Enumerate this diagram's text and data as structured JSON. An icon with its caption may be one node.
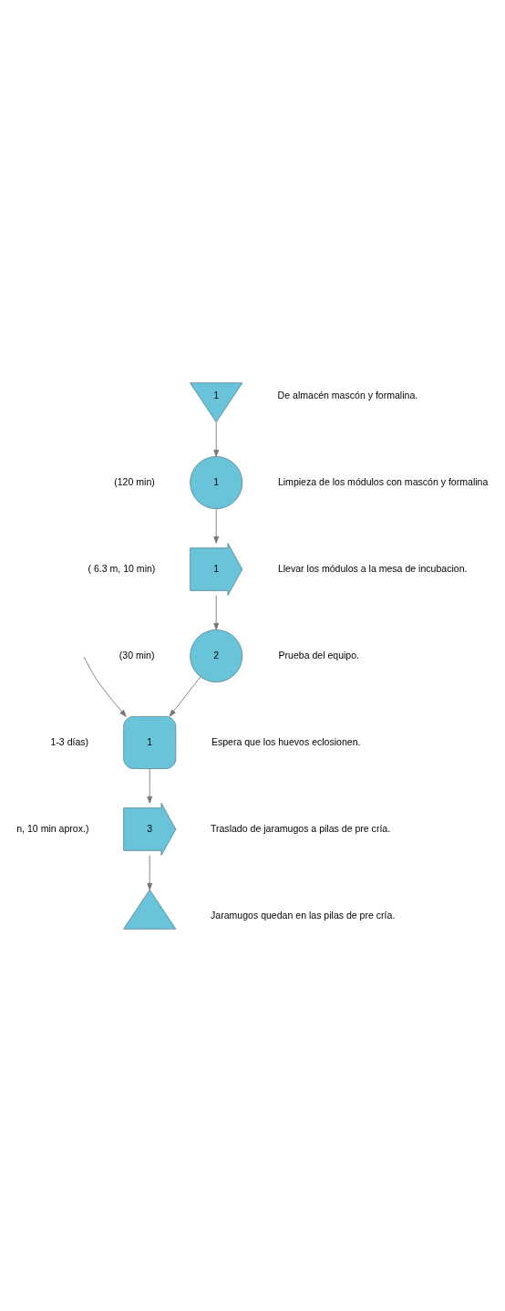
{
  "diagram": {
    "nodes": [
      {
        "text": [
          "1"
        ],
        "beside": [
          "De almacén mascón y formalina."
        ]
      },
      {
        "text": [
          "1"
        ],
        "beside": [
          "(120 min)",
          "Limpieza de los módulos con mascón y formalina"
        ]
      },
      {
        "text": [
          "1"
        ],
        "beside": [
          "( 6.3 m, 10 min)",
          "Llevar los módulos a la mesa de incubacion."
        ]
      },
      {
        "text": [
          "2"
        ],
        "beside": [
          "(30 min)",
          "Prueba del equipo."
        ]
      },
      {
        "text": [
          "1"
        ],
        "beside": [
          "1-3 días)",
          "Espera que los huevos eclosionen."
        ]
      },
      {
        "text": [
          "3"
        ],
        "beside": [
          "n, 10 min aprox.)",
          "Traslado de jaramugos a pilas de pre cría."
        ]
      },
      {
        "text": [],
        "shape": "triangle",
        "beside": [
          "Jaramugos quedan en las pilas de pre cría."
        ]
      }
    ],
    "edges": [
      {
        "from": 0,
        "to": 1,
        "arrow": "to"
      },
      {
        "from": 1,
        "to": 2,
        "arrow": "to"
      },
      {
        "from": 2,
        "to": 3,
        "arrow": "to"
      },
      {
        "from": 3,
        "to": 4,
        "arrow": "to"
      },
      {
        "from": null,
        "to": 4,
        "arrow": "to"
      },
      {
        "from": 4,
        "to": 5,
        "arrow": "to"
      },
      {
        "from": 5,
        "to": 6,
        "arrow": "to"
      }
    ]
  }
}
